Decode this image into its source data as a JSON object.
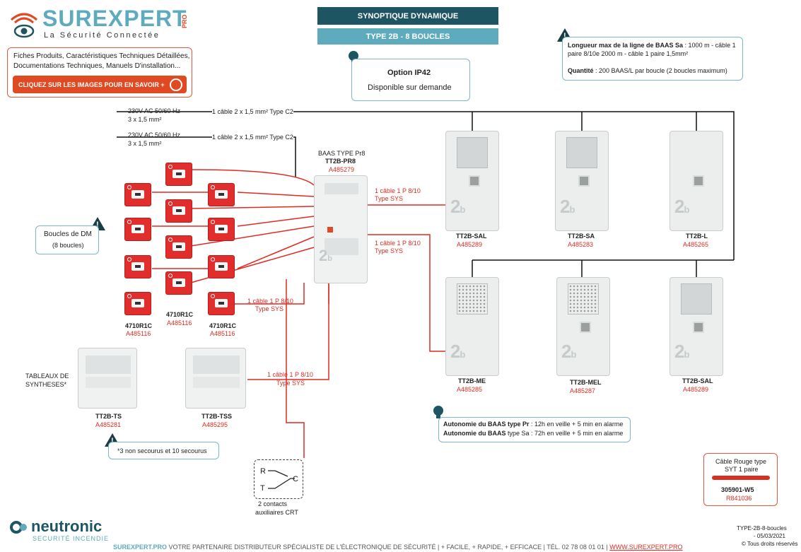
{
  "header": {
    "brand": "SUREXPERT",
    "brand_suffix": "PRO",
    "tagline": "La Sécurité Connectée",
    "info_line1": "Fiches Produits, Caractéristiques Techniques Détaillées,",
    "info_line2": "Documentations Techniques, Manuels D'installation...",
    "cta": "CLIQUEZ SUR LES IMAGES POUR EN SAVOIR +",
    "title": "SYNOPTIQUE DYNAMIQUE",
    "subtitle": "TYPE 2B - 8 BOUCLES"
  },
  "option": {
    "title": "Option IP42",
    "text": "Disponible sur demande"
  },
  "note_baas": {
    "line1_bold": "Longueur max de la ligne de BAAS Sa",
    "line1_rest": " : 1000 m - câble 1",
    "line2": "paire 8/10e 2000 m - câble 1 paire 1,5mm²",
    "qty_bold": "Quantité",
    "qty_rest": " : 200 BAAS/L par boucle (2 boucles maximum)"
  },
  "power": {
    "supply1": "230V AC 50/60 Hz",
    "supply1b": "3 x 1,5 mm²",
    "cable1": "1 câble 2 x 1,5 mm² Type C2",
    "supply2": "230V AC 50/60 Hz",
    "supply2b": "3 x 1,5 mm²",
    "cable2": "1 câble 2 x 1,5 mm² Type C2"
  },
  "central": {
    "type": "BAAS TYPE Pr8",
    "model": "TT2B-PR8",
    "ref": "A485279"
  },
  "cables": {
    "c1a": "1 câble 1 P 8/10",
    "c1b": "Type SYS",
    "c2a": "1 câble 1 P 8/10",
    "c2b": "Type SYS",
    "c3a": "1 câble 1 P 8/10",
    "c3b": "Type SYS",
    "c4a": "1 câble 1 P 8/10",
    "c4b": "Type SYS"
  },
  "devices": [
    {
      "name": "TT2B-SAL",
      "ref": "A485289"
    },
    {
      "name": "TT2B-SA",
      "ref": "A485283"
    },
    {
      "name": "TT2B-L",
      "ref": "A485265"
    },
    {
      "name": "TT2B-ME",
      "ref": "A485285"
    },
    {
      "name": "TT2B-MEL",
      "ref": "A485287"
    },
    {
      "name": "TT2B-SAL",
      "ref": "A485289"
    }
  ],
  "dm": {
    "label": "Boucles de DM",
    "count": "(8 boucles)",
    "items": [
      {
        "name": "4710R1C",
        "ref": "A485116"
      },
      {
        "name": "4710R1C",
        "ref": "A485116"
      },
      {
        "name": "4710R1C",
        "ref": "A485116"
      }
    ]
  },
  "synth": {
    "label1": "TABLEAUX DE",
    "label2": "SYNTHESES*",
    "ts_name": "TT2B-TS",
    "ts_ref": "A485281",
    "tss_name": "TT2B-TSS",
    "tss_ref": "A485295",
    "note": "*3 non secourus et 10 secourus"
  },
  "autonomy": {
    "l1_bold": "Autonomie du BAAS type Pr",
    "l1_rest": " : 12h en veille + 5 min en alarme",
    "l2_bold": "Autonomie du BAAS",
    "l2_rest": " type Sa : 72h en veille + 5 min en alarme"
  },
  "contacts": {
    "r": "R",
    "t": "T",
    "c": "C",
    "label1": "2 contacts",
    "label2": "auxiliaires CRT"
  },
  "cable_card": {
    "title1": "Câble Rouge type",
    "title2": "SYT 1 paire",
    "ref": "305901-W5",
    "code": "R841036"
  },
  "footer": {
    "logo": "neutronic",
    "logo_sub": "SECURITÉ INCENDIE",
    "doc": "TYPE-2B-8-boucles",
    "date": "- 05/03/2021",
    "rights": "© Tous droits réservés",
    "tag_brand": "SUREXPERT.PRO",
    "tag_text": " VOTRE PARTENAIRE DISTRIBUTEUR SPÉCIALISTE DE L'ÉLECTRONIQUE DE SÉCURITÉ  | + FACILE, + RAPIDE, + EFFICACE | TÉL. 02 78 08 01 01 | ",
    "tag_url": "WWW.SUREXPERT.PRO"
  },
  "colors": {
    "red": "#d92e23",
    "teal": "#1e5562",
    "light_teal": "#5eabbd"
  }
}
